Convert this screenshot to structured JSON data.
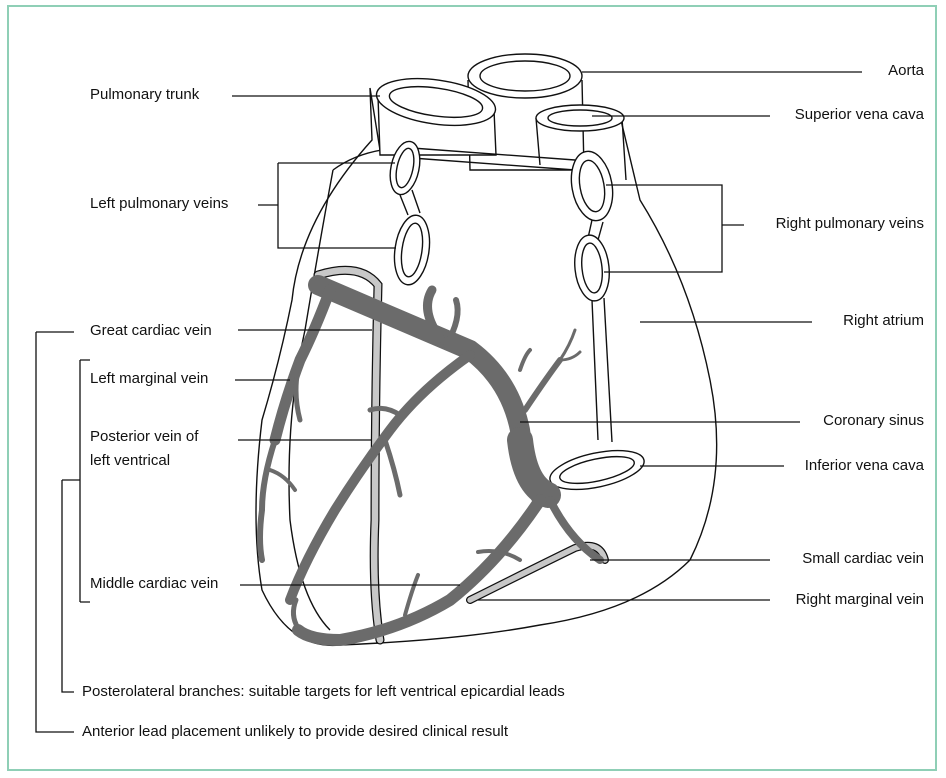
{
  "labels": {
    "aorta": "Aorta",
    "pulmonary_trunk": "Pulmonary trunk",
    "superior_vena_cava": "Superior vena cava",
    "left_pulmonary_veins": "Left pulmonary veins",
    "right_pulmonary_veins": "Right pulmonary veins",
    "right_atrium": "Right atrium",
    "great_cardiac_vein": "Great cardiac vein",
    "left_marginal_vein": "Left marginal vein",
    "posterior_vein_line1": "Posterior vein of",
    "posterior_vein_line2": "left ventrical",
    "coronary_sinus": "Coronary sinus",
    "inferior_vena_cava": "Inferior vena cava",
    "small_cardiac_vein": "Small cardiac vein",
    "right_marginal_vein": "Right marginal vein",
    "middle_cardiac_vein": "Middle cardiac vein",
    "posterolateral_branches": "Posterolateral branches: suitable targets for left ventrical epicardial leads",
    "anterior_lead": "Anterior lead placement unlikely to provide desired clinical result"
  },
  "colors": {
    "frame": "#8fcfb6",
    "vein_fill": "#6b6b6b",
    "vein_light": "#c8c8c8",
    "outline": "#111111"
  }
}
